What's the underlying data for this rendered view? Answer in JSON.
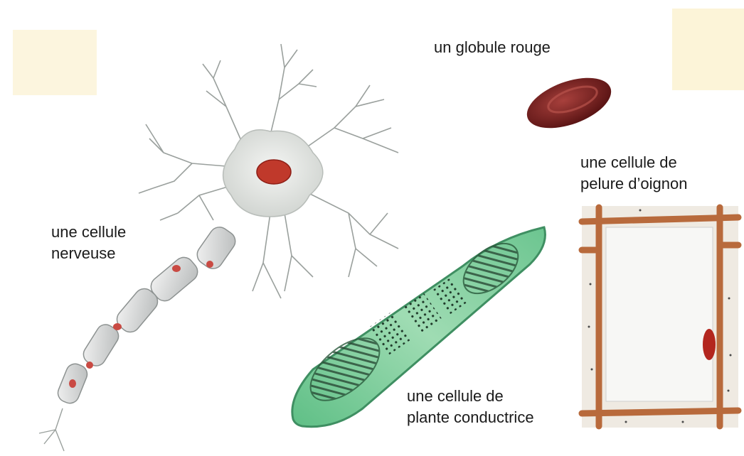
{
  "labels": {
    "red_blood_cell": "un globule rouge",
    "nerve_cell": {
      "line1": "une cellule",
      "line2": "nerveuse"
    },
    "onion_skin_cell": {
      "line1": "une cellule de",
      "line2": "pelure d’oignon"
    },
    "plant_conducting_cell": {
      "line1": "une cellule de",
      "line2": "plante conductrice"
    }
  },
  "colors": {
    "blood_cell": "#7a1f1f",
    "nucleus": "#c0392b",
    "neuron_body": "#e4e6e4",
    "plant_cell_green": "#7fcf9a",
    "onion_wall": "#b86a3c"
  }
}
